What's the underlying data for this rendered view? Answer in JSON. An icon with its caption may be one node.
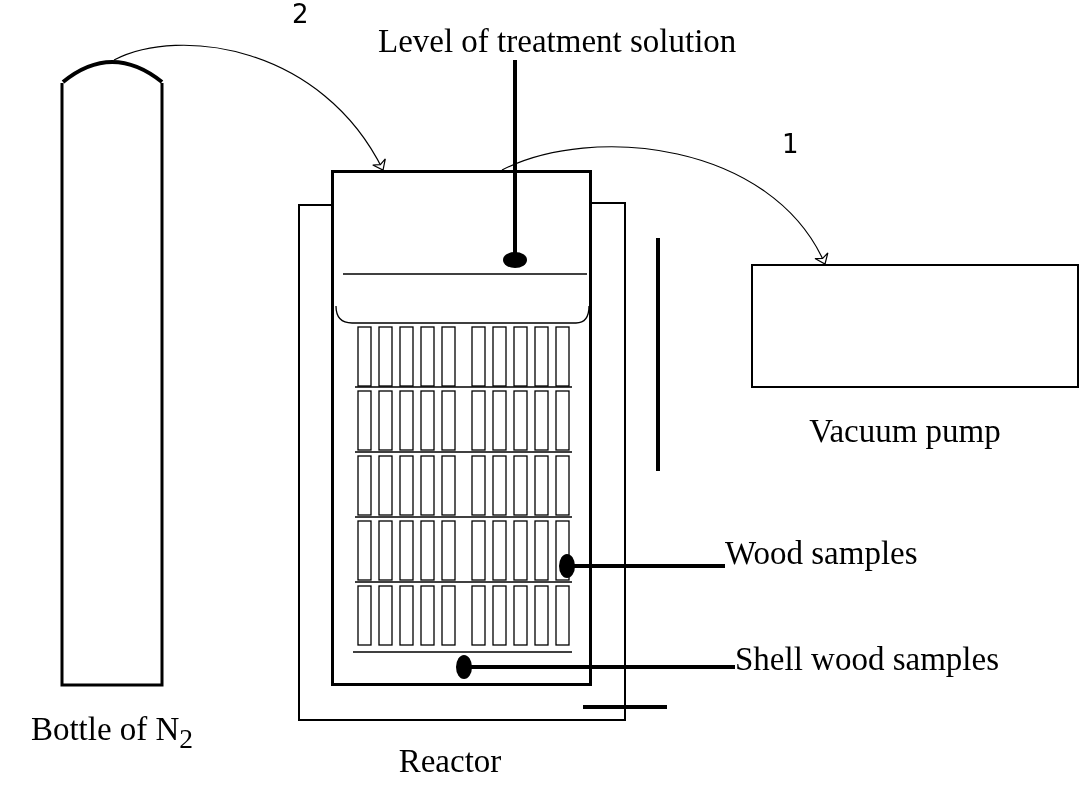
{
  "diagram": {
    "nodes": [
      {
        "text": [
          "Level of treatment solution"
        ]
      },
      {
        "text": [
          "Bottle of N$_{2}$"
        ]
      },
      {
        "text": [
          "Reactor"
        ]
      },
      {
        "text": [],
        "shape": "box"
      },
      {
        "text": [
          "Vacuum pump"
        ]
      },
      {
        "text": [
          "Wood samples"
        ]
      },
      {
        "text": [
          "Shell wood samples"
        ]
      }
    ],
    "edges": [
      {
        "from": 1,
        "to": 3,
        "arrow": "to",
        "label": "2"
      },
      {
        "from": 3,
        "to": 4,
        "arrow": "to",
        "label": "1"
      },
      {
        "from": 0,
        "to": 3,
        "arrow": "other"
      },
      {
        "from": 5,
        "to": 3,
        "arrow": "other"
      },
      {
        "from": 6,
        "to": 3,
        "arrow": "other"
      }
    ]
  }
}
